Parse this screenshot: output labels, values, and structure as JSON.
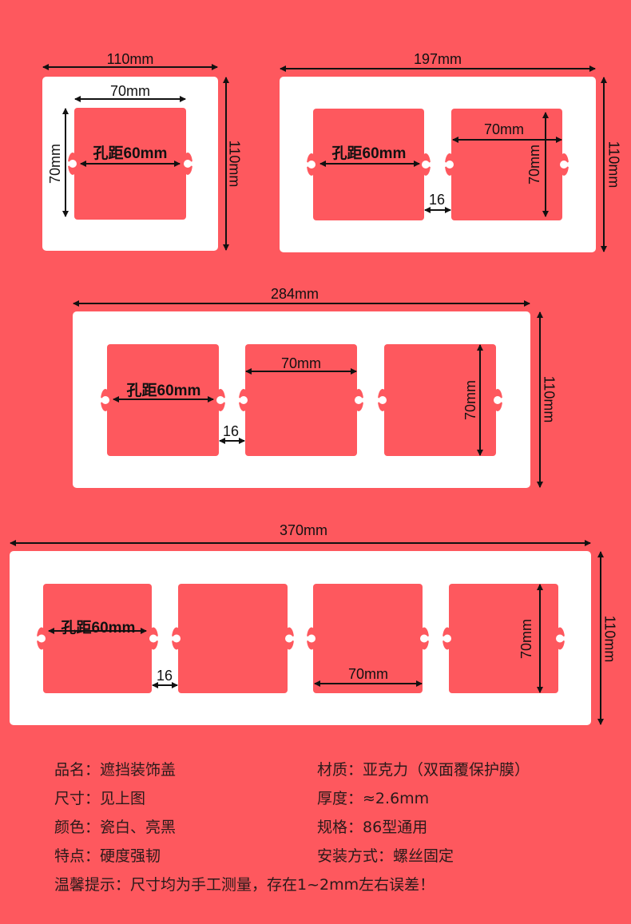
{
  "frames": [
    {
      "width": "110mm",
      "height": "110mm",
      "hole_width": "70mm",
      "hole_height": "70mm",
      "hole_spacing": "孔距60mm"
    },
    {
      "width": "197mm",
      "height": "110mm",
      "hole_width": "70mm",
      "hole_height": "70mm",
      "hole_spacing": "孔距60mm",
      "gap": "16"
    },
    {
      "width": "284mm",
      "height": "110mm",
      "hole_width": "70mm",
      "hole_height": "70mm",
      "hole_spacing": "孔距60mm",
      "gap": "16"
    },
    {
      "width": "370mm",
      "height": "110mm",
      "hole_width": "70mm",
      "hole_height": "70mm",
      "hole_spacing": "孔距60mm",
      "gap": "16"
    }
  ],
  "specs": [
    [
      {
        "label": "品名：",
        "value": "遮挡装饰盖"
      },
      {
        "label": "材质：",
        "value": "亚克力（双面覆保护膜）"
      }
    ],
    [
      {
        "label": "尺寸：",
        "value": "见上图"
      },
      {
        "label": "厚度：",
        "value": "≈2.6mm"
      }
    ],
    [
      {
        "label": "颜色：",
        "value": "瓷白、亮黑"
      },
      {
        "label": "规格：",
        "value": "86型通用"
      }
    ],
    [
      {
        "label": "特点：",
        "value": "硬度强韧"
      },
      {
        "label": "安装方式：",
        "value": "螺丝固定"
      }
    ]
  ],
  "note": {
    "label": "温馨提示：",
    "value": "尺寸均为手工测量，存在1~2mm左右误差！"
  },
  "colors": {
    "background": "#fe585e",
    "frame": "#ffffff",
    "hole": "#fe585e"
  }
}
